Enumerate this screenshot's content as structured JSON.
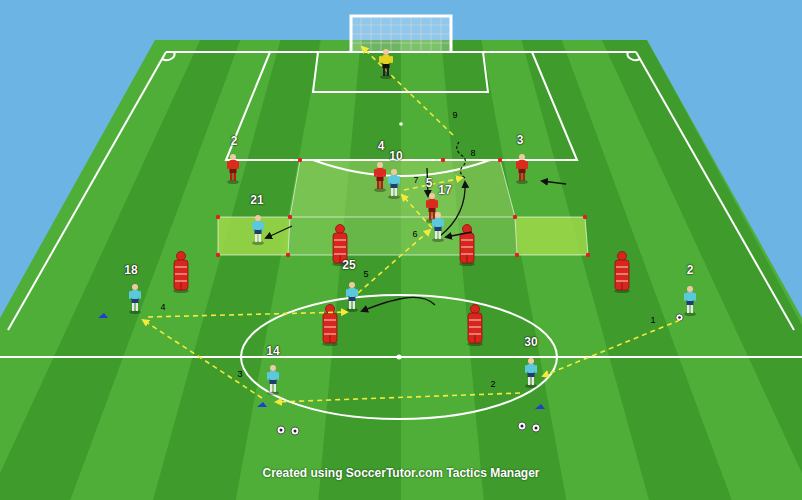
{
  "diagram": {
    "caption": "Created using SoccerTutor.com Tactics Manager",
    "labels": [
      "2",
      "4",
      "10",
      "3",
      "9",
      "8",
      "7",
      "5",
      "17",
      "21",
      "6",
      "25",
      "18",
      "2",
      "5",
      "4",
      "1",
      "14",
      "30",
      "3",
      "2"
    ]
  }
}
